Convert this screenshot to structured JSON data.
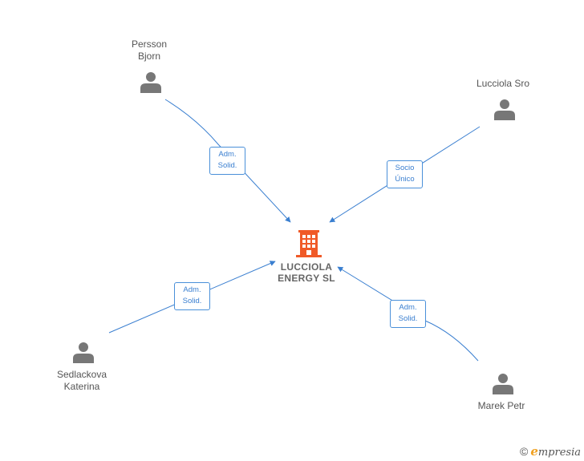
{
  "center": {
    "name": "LUCCIOLA\nENERGY  SL",
    "color": "#f05a28"
  },
  "nodes": [
    {
      "id": "persson",
      "label": "Persson\nBjorn"
    },
    {
      "id": "lucciola-sro",
      "label": "Lucciola Sro"
    },
    {
      "id": "sedlackova",
      "label": "Sedlackova\nKaterina"
    },
    {
      "id": "marek",
      "label": "Marek Petr"
    }
  ],
  "edges": [
    {
      "from": "persson",
      "role": "Adm.\nSolid."
    },
    {
      "from": "lucciola-sro",
      "role": "Socio\nÚnico"
    },
    {
      "from": "sedlackova",
      "role": "Adm.\nSolid."
    },
    {
      "from": "marek",
      "role": "Adm.\nSolid."
    }
  ],
  "colors": {
    "edge": "#3a7fd0",
    "person": "#777777"
  },
  "footer": {
    "copyright": "©",
    "brand_initial": "e",
    "brand_rest": "mpresia"
  }
}
